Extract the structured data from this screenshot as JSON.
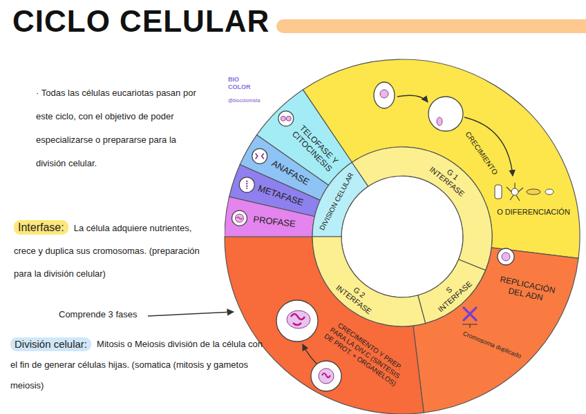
{
  "diagram": {
    "title": "CICLO CELULAR",
    "nodes": [
      {
        "text": [
          "TELOFASE Y CITOCINESIS"
        ]
      },
      {
        "text": [
          "ANAFASE"
        ]
      },
      {
        "text": [
          "METAFASE"
        ]
      },
      {
        "text": [
          "PROFASE"
        ]
      },
      {
        "text": [
          "DIVISION CELULAR"
        ]
      },
      {
        "text": [
          "G 1 INTERFASE"
        ]
      },
      {
        "text": [
          "S INTERFASE"
        ]
      },
      {
        "text": [
          "G 2 INTERFASE"
        ]
      }
    ],
    "labels": [
      "· Todas las células eucariotas pasan por este ciclo, con el objetivo de poder especializarse o prepararse para la división celular.",
      "Interfase:",
      "La célula adquiere nutrientes, crece y duplica sus cromosomas. (preparación para la división celular)",
      "Comprende 3 fases",
      "División celular:",
      "Mitosis o Meiosis división de la célula con el fin de generar células hijas. (somatica (mitosis y gametos meiosis)",
      "BIO COLOR",
      "@biocolorinsta",
      "CRECIMIENTO",
      "O DIFERENCIACIÓN",
      "REPLICACIÓN DEL ADN",
      "Cromosoma duplicado",
      "CRECIMIENTO Y PREP. PARA LA DIV.C (SÍNTESIS DE PROT. + ORGANELOS)"
    ]
  }
}
